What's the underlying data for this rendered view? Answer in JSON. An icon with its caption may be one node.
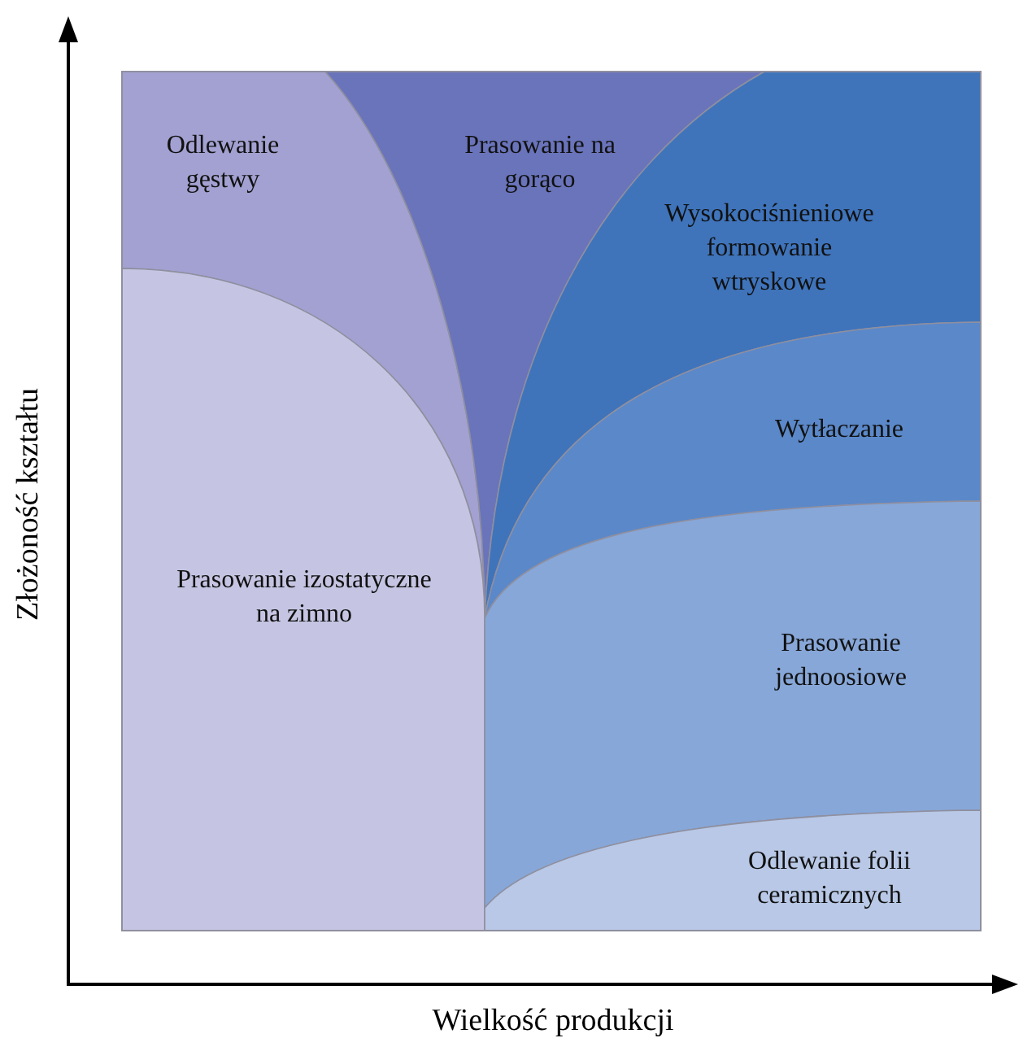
{
  "diagram": {
    "nodes": [
      {
        "text": [
          "Odlewanie gęstwy"
        ]
      },
      {
        "text": [
          "Prasowanie na gorąco"
        ]
      },
      {
        "text": [
          "Wysokociśnieniowe formowanie wtryskowe"
        ]
      },
      {
        "text": [
          "Wytłaczanie"
        ]
      },
      {
        "text": [
          "Prasowanie izostatyczne na zimno"
        ]
      },
      {
        "text": [
          "Prasowanie jednoosiowe"
        ]
      },
      {
        "text": [
          "Odlewanie folii ceramicznych"
        ]
      }
    ],
    "edges": [],
    "labels": [
      "Złożoność kształtu",
      "Wielkość produkcji"
    ]
  }
}
